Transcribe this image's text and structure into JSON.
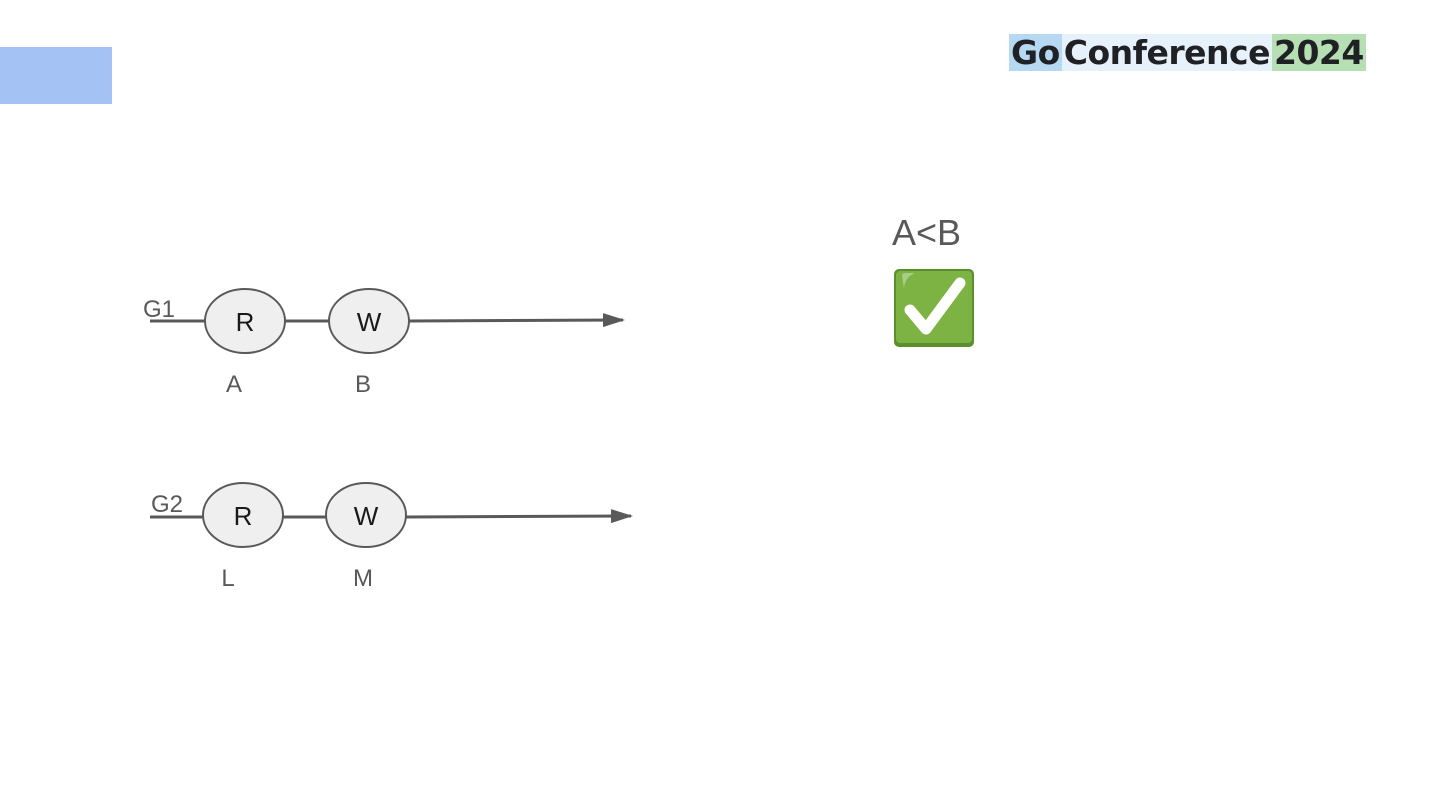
{
  "logo": {
    "word1": "Go",
    "word2": "Conference",
    "word3": "2024",
    "word1_bg": "#b6d8f2",
    "word2_bg": "#e6f1fb",
    "word3_bg": "#b7dfb4",
    "text_color": "#202124"
  },
  "colors": {
    "accent_box": "#a4c2f4",
    "node_fill": "#efefef",
    "stroke": "#595959",
    "check_green": "#7cb342",
    "check_dark": "#5b8f2e"
  },
  "comparison": {
    "text": "A<B",
    "icon": "check-mark-button-icon"
  },
  "timelines": [
    {
      "goroutine": "G1",
      "nodes": [
        {
          "op": "R",
          "label": "A"
        },
        {
          "op": "W",
          "label": "B"
        }
      ]
    },
    {
      "goroutine": "G2",
      "nodes": [
        {
          "op": "R",
          "label": "L"
        },
        {
          "op": "W",
          "label": "M"
        }
      ]
    }
  ]
}
